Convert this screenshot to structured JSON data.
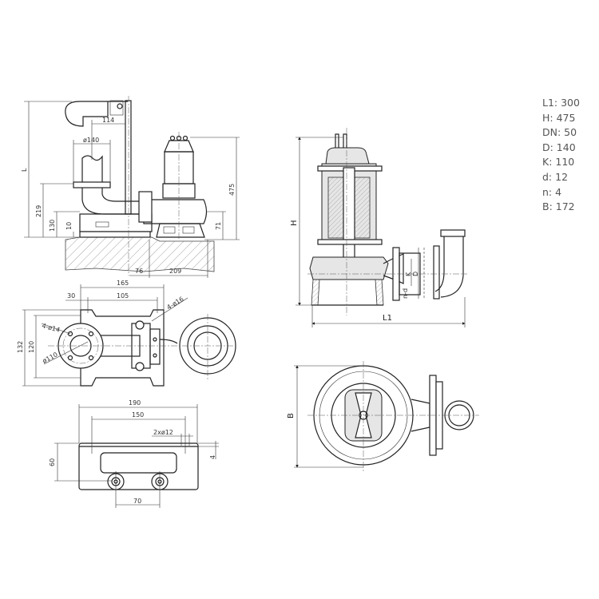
{
  "side_view": {
    "labels": {
      "L": "L",
      "d114": "114",
      "d140": "ø140",
      "d219": "219",
      "d130": "130",
      "d10": "10",
      "d475": "475",
      "d71": "71",
      "d76": "76",
      "d209": "209"
    }
  },
  "plan_view": {
    "labels": {
      "d165": "165",
      "d30": "30",
      "d105": "105",
      "holes16": "4-ø16",
      "holes14": "4-ø14",
      "d110": "ø110",
      "d132": "132",
      "d120": "120"
    }
  },
  "bracket_view": {
    "labels": {
      "d190": "190",
      "d150": "150",
      "holes12": "2xø12",
      "d60": "60",
      "d4": "4",
      "d70": "70"
    }
  },
  "section_view": {
    "labels": {
      "H": "H",
      "K": "K",
      "D": "D",
      "nd": "n-d",
      "L1": "L1"
    }
  },
  "bottom_view": {
    "labels": {
      "B": "B"
    }
  },
  "specs": [
    {
      "text": "L1: 300"
    },
    {
      "text": "H: 475"
    },
    {
      "text": "DN: 50"
    },
    {
      "text": "D: 140"
    },
    {
      "text": "K: 110"
    },
    {
      "text": "d: 12"
    },
    {
      "text": "n: 4"
    },
    {
      "text": "B: 172"
    }
  ]
}
